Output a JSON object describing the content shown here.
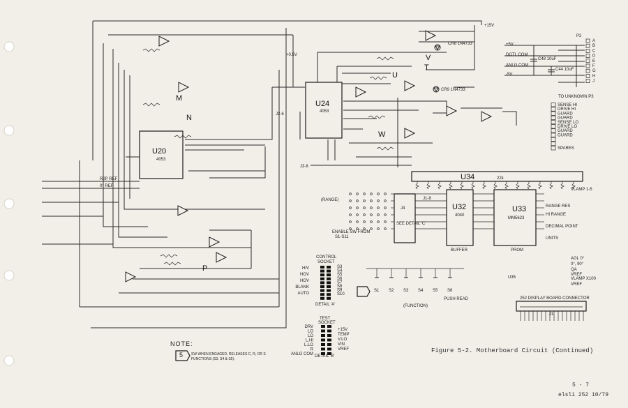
{
  "figure": {
    "caption": "Figure 5-2.  Motherboard Circuit (Continued)",
    "page_number": "5 - 7",
    "footer": "elsli 252  10/79"
  },
  "note": {
    "title": "NOTE:",
    "number": "5",
    "text_line1": "SW WHEN ENGAGED, RELEASES C, R, OR S",
    "text_line2": "FUNCTIONS (S3, S4 & S5)."
  },
  "ics": {
    "u20": {
      "name": "U20",
      "part": "4053"
    },
    "u24": {
      "name": "U24",
      "part": "4053"
    },
    "u34": {
      "name": "U34",
      "part": "22k"
    },
    "u33": {
      "name": "U33",
      "part": "MM5623",
      "sub": "PROM"
    },
    "u32": {
      "name": "U32",
      "part": "4040",
      "sub": "BUFFER"
    },
    "j4": {
      "name": "J4",
      "sub": "SEE DETAIL 'C'"
    },
    "u35": {
      "name": "U35"
    }
  },
  "opamp_labels": {
    "m": "M",
    "n": "N",
    "u": "U",
    "v": "V",
    "t": "T",
    "w": "W",
    "p": "P"
  },
  "connector_p2": {
    "title": "P2",
    "pins": [
      "A",
      "B",
      "C",
      "D",
      "E",
      "F",
      "G",
      "H",
      "J"
    ],
    "left_labels": [
      "+5V",
      "DGTL COM",
      "ANLG COM",
      "-5V"
    ]
  },
  "components": {
    "cr8": "CR8 1N4733",
    "cr9": "CR9 1N4733",
    "c48": "C48 10uF",
    "c44": "C44 10uF",
    "v_plus": "+15V",
    "v_plus2": "+0.5V",
    "range_label": "(RANGE)",
    "enable_label": "ENABLE SW FROM",
    "enable_sub": "S1-S11",
    "function_label": "(FUNCTION)",
    "push_read": "PUSH READ",
    "j1_label": "J1-8",
    "j2_label": "J2-6",
    "j3_label": "J3-8",
    "v_ref": "VREF"
  },
  "signals": {
    "ref_left": "R2P REF",
    "ref_left2": "0° REF",
    "r4_unknown": "TO UNKNOWN P3",
    "p3_rows": [
      "SENSE HI",
      "DRIVE HI",
      "GUARD",
      "GUARD",
      "SENSE LO",
      "DRIVE LO",
      "GUARD",
      "GUARD",
      "",
      "",
      "SPARES"
    ],
    "u33_right": [
      "RANGE RES",
      "HI RANGE",
      "DECIMAL POINT",
      "UNITS"
    ],
    "right_small": [
      "VLAMP 1-5",
      "AGL 0°",
      "0°, 90°",
      "QA",
      "VREF",
      "VLAMP X100"
    ]
  },
  "detail_a": {
    "title1": "CONTROL",
    "title2": "SOCKET",
    "left": [
      "HIV",
      "HOV",
      "HOV",
      "BLANK",
      "AUTO"
    ],
    "right": [
      "S3",
      "S4",
      "S5",
      "S6",
      "S7",
      "S8",
      "S9",
      "S10"
    ],
    "caption": "DETAIL 'A'"
  },
  "detail_b": {
    "title1": "TEST",
    "title2": "SOCKET",
    "left": [
      "DRV",
      "LO",
      "LO",
      "L.HI",
      "L.LO",
      "R",
      "ANLG COM"
    ],
    "right": [
      "+15V",
      "TEMP",
      "V.LO",
      "VIN",
      "VREF"
    ],
    "caption": "DETAIL 'B'"
  },
  "display_connector": {
    "title": "252 DISPLAY BOARD CONNECTOR",
    "sub": "J1"
  },
  "function_keys": [
    "S1",
    "S2",
    "S3",
    "S4",
    "S5",
    "S6"
  ]
}
